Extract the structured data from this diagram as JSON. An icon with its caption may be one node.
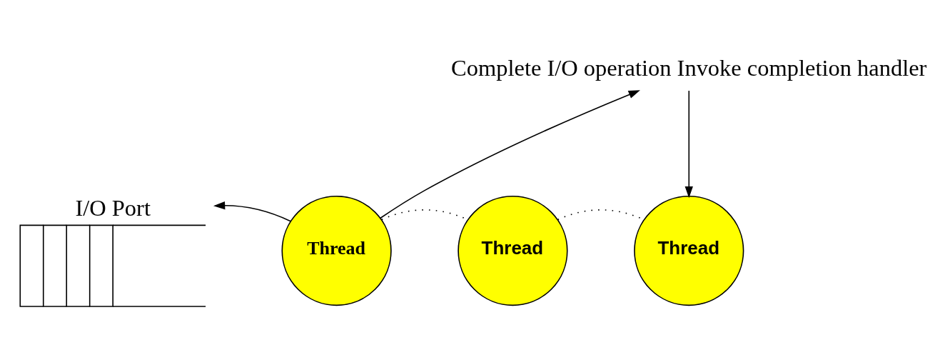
{
  "diagram": {
    "nodes": [
      {
        "text": [
          "I/O Port"
        ]
      },
      {
        "text": [
          "Thread"
        ]
      },
      {
        "text": [
          "Thread"
        ]
      },
      {
        "text": [
          "Thread"
        ]
      },
      {
        "text": [
          "Complete I/O operation Invoke completion handler"
        ]
      }
    ],
    "edges": [
      {
        "from": 1,
        "to": 0,
        "arrow": "to"
      },
      {
        "from": 1,
        "to": 2,
        "arrow": "none",
        "style": "dashed"
      },
      {
        "from": 2,
        "to": 3,
        "arrow": "none",
        "style": "dashed"
      },
      {
        "from": 1,
        "to": 4,
        "arrow": "to"
      },
      {
        "from": 4,
        "to": 3,
        "arrow": "to"
      }
    ]
  }
}
